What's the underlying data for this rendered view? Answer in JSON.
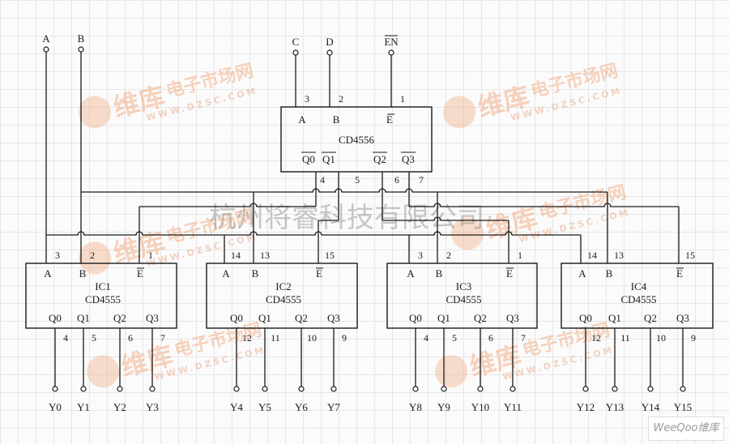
{
  "inputs": [
    {
      "label": "A"
    },
    {
      "label": "B"
    },
    {
      "label": "C"
    },
    {
      "label": "D"
    },
    {
      "label": "EN",
      "overbar": true
    }
  ],
  "decoder": {
    "part": "CD4556",
    "input_labels": [
      "A",
      "B",
      "E"
    ],
    "input_pins": [
      "3",
      "2",
      "1"
    ],
    "output_labels": [
      "Q0",
      "Q1",
      "Q2",
      "Q3"
    ],
    "output_pins": [
      "4",
      "5",
      "6",
      "7"
    ]
  },
  "chips": [
    {
      "name": "IC1",
      "part": "CD4555",
      "input_pins": [
        "3",
        "2",
        "1"
      ],
      "output_pins": [
        "4",
        "5",
        "6",
        "7"
      ],
      "outputs": [
        "Y0",
        "Y1",
        "Y2",
        "Y3"
      ]
    },
    {
      "name": "IC2",
      "part": "CD4555",
      "input_pins": [
        "14",
        "13",
        "15"
      ],
      "output_pins": [
        "12",
        "11",
        "10",
        "9"
      ],
      "outputs": [
        "Y4",
        "Y5",
        "Y6",
        "Y7"
      ]
    },
    {
      "name": "IC3",
      "part": "CD4555",
      "input_pins": [
        "3",
        "2",
        "1"
      ],
      "output_pins": [
        "4",
        "5",
        "6",
        "7"
      ],
      "outputs": [
        "Y8",
        "Y9",
        "Y10",
        "Y11"
      ]
    },
    {
      "name": "IC4",
      "part": "CD4555",
      "input_pins": [
        "14",
        "13",
        "15"
      ],
      "output_pins": [
        "12",
        "11",
        "10",
        "9"
      ],
      "outputs": [
        "Y12",
        "Y13",
        "Y14",
        "Y15"
      ]
    }
  ],
  "chip_input_labels": [
    "A",
    "B",
    "E"
  ],
  "chip_output_labels": [
    "Q0",
    "Q1",
    "Q2",
    "Q3"
  ],
  "watermarks": {
    "site_cn": "维库电子市场网",
    "site_url": "WWW.DZSC.COM",
    "company": "杭州将睿科技有限公司",
    "brand": "WeeQoo维库"
  },
  "colors": {
    "wire": "#1a1a1a",
    "watermark": "#f0a070"
  }
}
